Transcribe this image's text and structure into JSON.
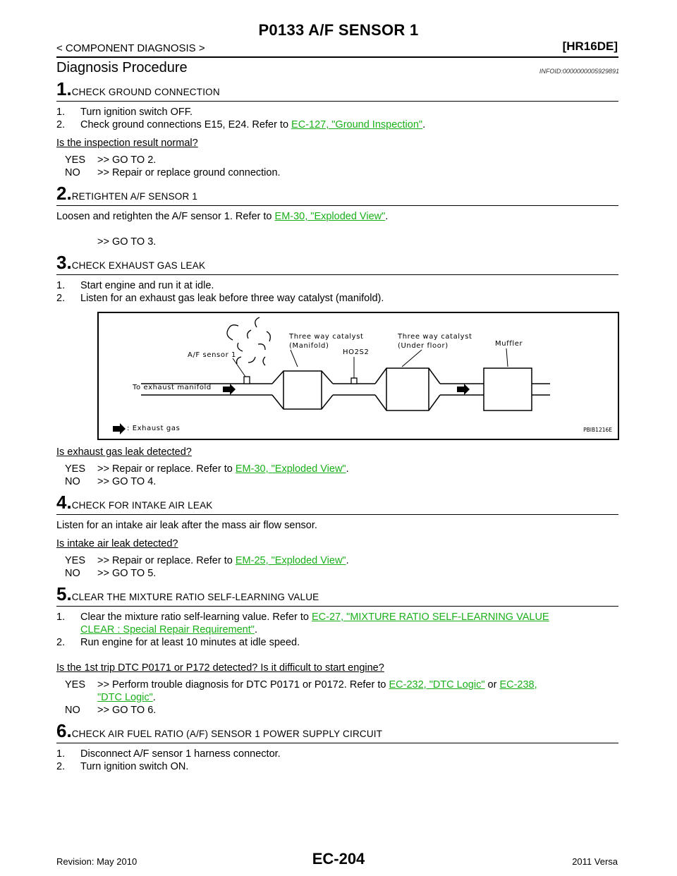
{
  "header": {
    "title": "P0133 A/F SENSOR 1",
    "breadcrumb": "< COMPONENT DIAGNOSIS >",
    "engine": "[HR16DE]"
  },
  "section": {
    "title": "Diagnosis Procedure",
    "infoid": "INFOID:0000000005929891"
  },
  "step1": {
    "num": "1.",
    "title": "CHECK GROUND CONNECTION",
    "item1_num": "1.",
    "item1": "Turn ignition switch OFF.",
    "item2_num": "2.",
    "item2_pre": "Check ground connections E15, E24. Refer to ",
    "item2_link": "EC-127, \"Ground Inspection\"",
    "item2_post": ".",
    "question": "Is the inspection result normal?",
    "yes_key": "YES",
    "yes": ">> GO TO 2.",
    "no_key": "NO",
    "no": ">> Repair or replace ground connection."
  },
  "step2": {
    "num": "2.",
    "title": "RETIGHTEN A/F SENSOR 1",
    "text_pre": "Loosen and retighten the A/F sensor 1. Refer to ",
    "link": "EM-30, \"Exploded View\"",
    "text_post": ".",
    "result": ">> GO TO 3."
  },
  "step3": {
    "num": "3.",
    "title": "CHECK EXHAUST GAS LEAK",
    "item1_num": "1.",
    "item1": "Start engine and run it at idle.",
    "item2_num": "2.",
    "item2": "Listen for an exhaust gas leak before three way catalyst (manifold).",
    "figure": {
      "label_af": "A/F sensor 1",
      "label_twc1_a": "Three way catalyst",
      "label_twc1_b": "(Manifold)",
      "label_ho2s2": "HO2S2",
      "label_twc2_a": "Three way catalyst",
      "label_twc2_b": "(Under floor)",
      "label_muffler": "Muffler",
      "label_to": "To exhaust manifold",
      "label_legend": ": Exhaust gas",
      "fig_id": "PBIB1216E"
    },
    "question": "Is exhaust gas leak detected?",
    "yes_key": "YES",
    "yes_pre": ">> Repair or replace. Refer to ",
    "yes_link": "EM-30, \"Exploded View\"",
    "yes_post": ".",
    "no_key": "NO",
    "no": ">> GO TO 4."
  },
  "step4": {
    "num": "4.",
    "title": "CHECK FOR INTAKE AIR LEAK",
    "text": "Listen for an intake air leak after the mass air flow sensor.",
    "question": "Is intake air leak detected?",
    "yes_key": "YES",
    "yes_pre": ">> Repair or replace. Refer to ",
    "yes_link": "EM-25, \"Exploded View\"",
    "yes_post": ".",
    "no_key": "NO",
    "no": ">> GO TO 5."
  },
  "step5": {
    "num": "5.",
    "title": "CLEAR THE MIXTURE RATIO SELF-LEARNING VALUE",
    "item1_num": "1.",
    "item1_pre": "Clear the mixture ratio self-learning value. Refer to ",
    "item1_link_a": "EC-27, \"MIXTURE RATIO SELF-LEARNING VALUE",
    "item1_link_b": "CLEAR : Special Repair Requirement\"",
    "item1_post": ".",
    "item2_num": "2.",
    "item2": "Run engine for at least 10 minutes at idle speed.",
    "question": "Is the 1st trip DTC P0171 or P172 detected? Is it difficult to start engine?",
    "yes_key": "YES",
    "yes_pre": ">> Perform trouble diagnosis for DTC P0171 or P0172. Refer to ",
    "yes_link1": "EC-232, \"DTC Logic\"",
    "yes_mid": " or ",
    "yes_link2a": "EC-238,",
    "yes_link2b": "\"DTC Logic\"",
    "yes_post": ".",
    "no_key": "NO",
    "no": ">> GO TO 6."
  },
  "step6": {
    "num": "6.",
    "title": "CHECK AIR FUEL RATIO (A/F) SENSOR 1 POWER SUPPLY CIRCUIT",
    "item1_num": "1.",
    "item1": "Disconnect A/F sensor 1 harness connector.",
    "item2_num": "2.",
    "item2": "Turn ignition switch ON."
  },
  "footer": {
    "revision": "Revision: May 2010",
    "page": "EC-204",
    "model": "2011 Versa"
  },
  "colors": {
    "link": "#1ab01a"
  }
}
